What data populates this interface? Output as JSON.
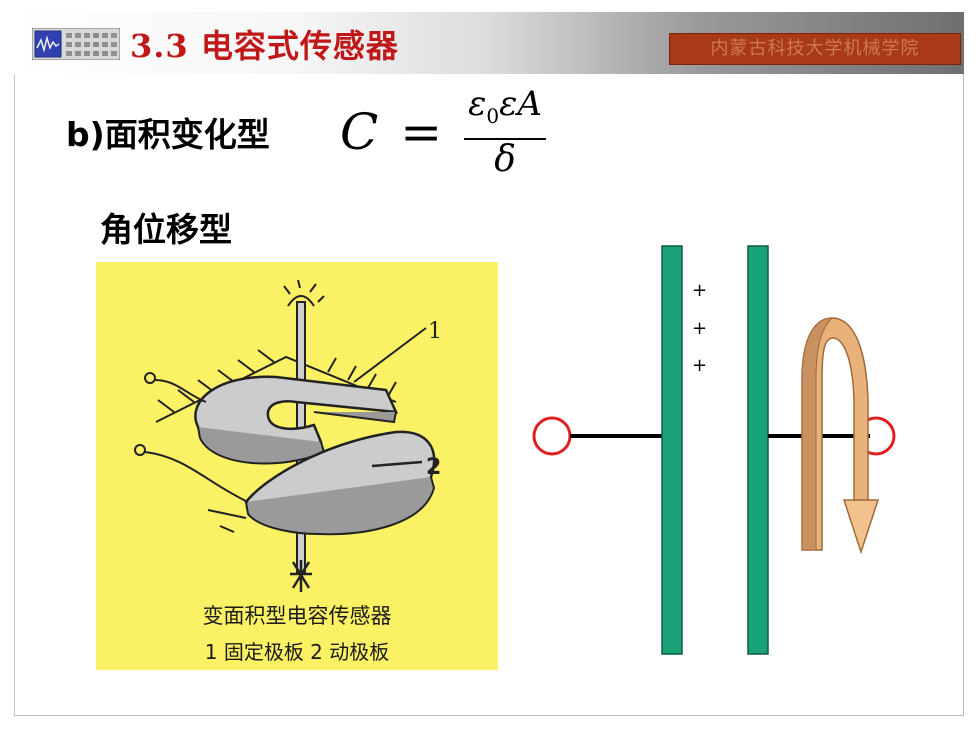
{
  "header": {
    "title": "3.3 电容式传感器",
    "school": "内蒙古科技大学机械学院"
  },
  "subtitle": "b)面积变化型",
  "formula": {
    "lhs": "C",
    "equals": "=",
    "numerator": "εεA",
    "numerator_sub": "0",
    "numerator_rest": "εA",
    "denominator": "δ"
  },
  "section_heading": "角位移型",
  "figure": {
    "callout_1": "1",
    "callout_2": "2",
    "caption": "变面积型电容传感器",
    "legend": "1 固定极板 2 动极板"
  },
  "diagram": {
    "charge_signs": [
      "+",
      "+",
      "+"
    ],
    "colors": {
      "plate": "#1aa37a",
      "terminal": "#e02020",
      "rotation_arrow": "#e8b27a"
    }
  },
  "colors": {
    "title": "#c01818",
    "badge_bg": "#a83a1a",
    "figure_bg": "#fbf164"
  }
}
